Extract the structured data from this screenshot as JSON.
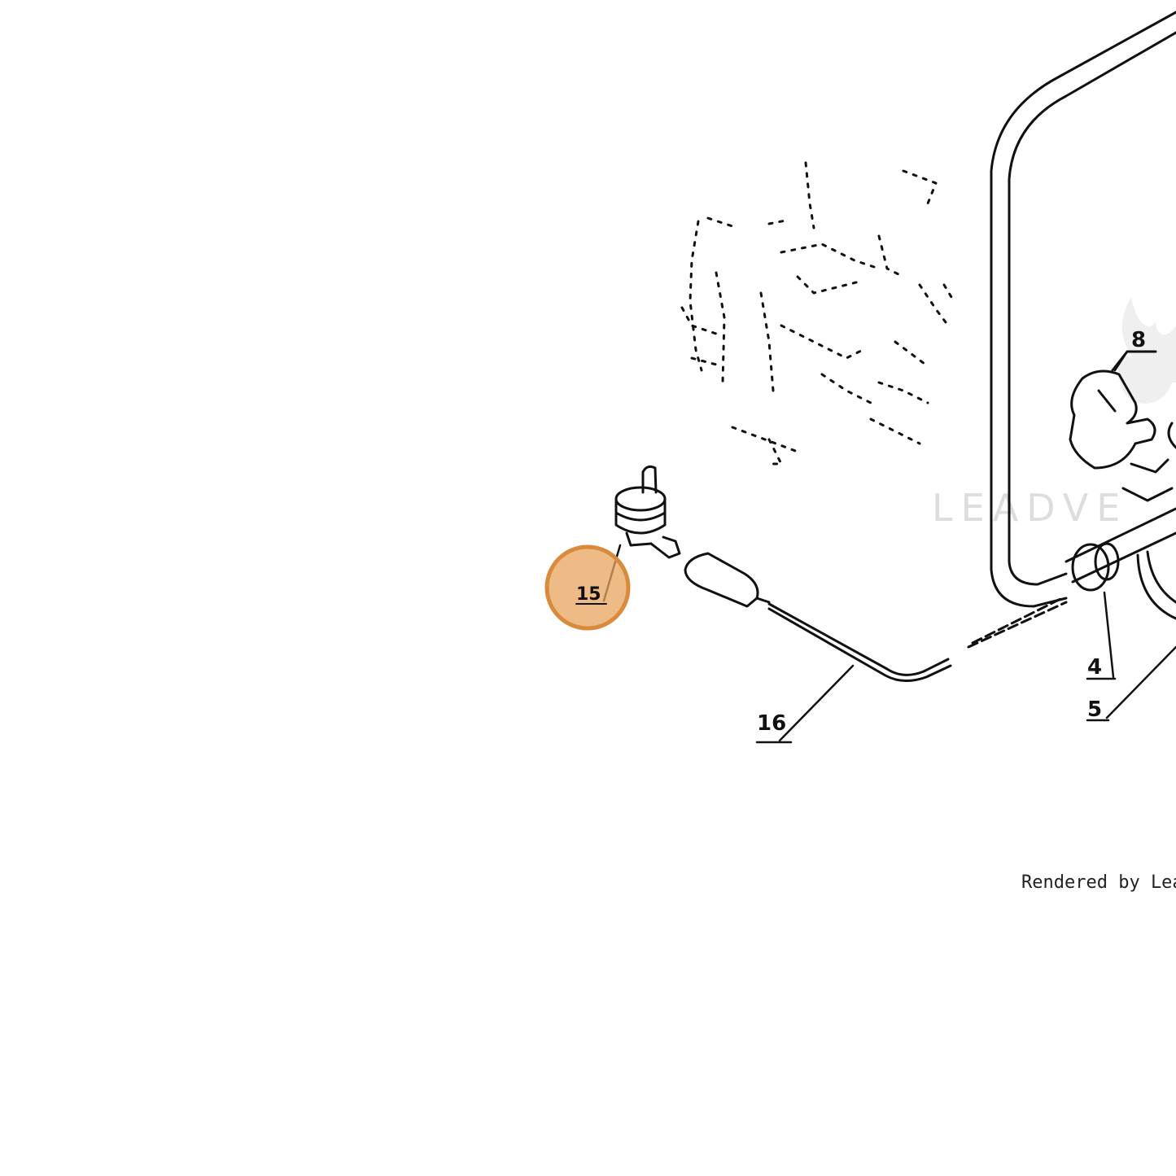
{
  "diagram": {
    "callouts": [
      {
        "id": "15",
        "label": "15",
        "highlighted": true
      },
      {
        "id": "16",
        "label": "16",
        "highlighted": false
      },
      {
        "id": "4",
        "label": "4",
        "highlighted": false
      },
      {
        "id": "5",
        "label": "5",
        "highlighted": false
      },
      {
        "id": "8",
        "label": "8",
        "highlighted": false
      }
    ],
    "highlight_color": "#e8a35e",
    "highlight_stroke": "#d98a3c",
    "line_color": "#111111"
  },
  "watermark": {
    "text": "LEADVE",
    "icon": "flame-logo-icon"
  },
  "footer": {
    "text": "Rendered by LeadVe"
  }
}
